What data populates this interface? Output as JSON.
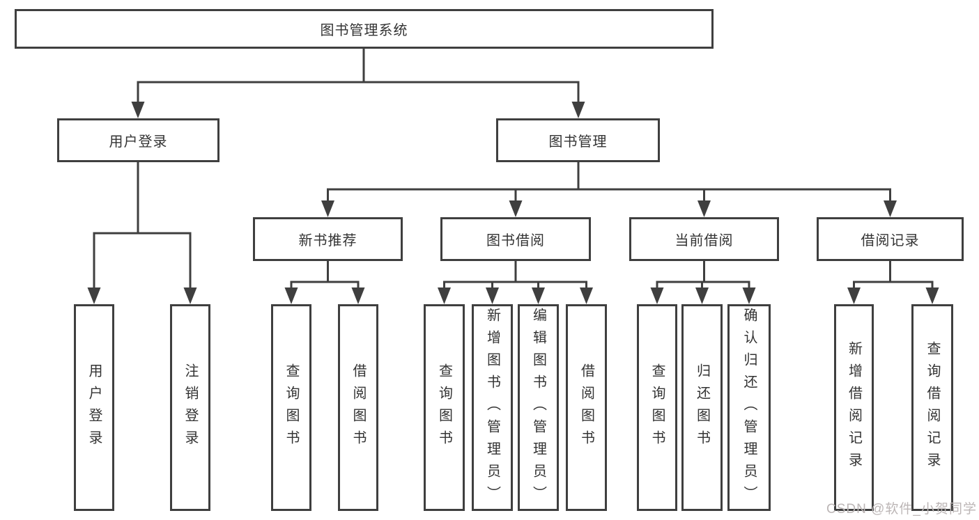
{
  "diagram": {
    "root": {
      "label": "图书管理系统"
    },
    "level2": [
      {
        "label": "用户登录"
      },
      {
        "label": "图书管理"
      }
    ],
    "level3": [
      {
        "label": "新书推荐"
      },
      {
        "label": "图书借阅"
      },
      {
        "label": "当前借阅"
      },
      {
        "label": "借阅记录"
      }
    ],
    "leaves": [
      {
        "label": "用户登录"
      },
      {
        "label": "注销登录"
      },
      {
        "label": "查询图书"
      },
      {
        "label": "借阅图书"
      },
      {
        "label": "查询图书"
      },
      {
        "label": "新增图书（管理员）"
      },
      {
        "label": "编辑图书（管理员）"
      },
      {
        "label": "借阅图书"
      },
      {
        "label": "查询图书"
      },
      {
        "label": "归还图书"
      },
      {
        "label": "确认归还（管理员）"
      },
      {
        "label": "新增借阅记录"
      },
      {
        "label": "查询借阅记录"
      }
    ]
  },
  "watermark": {
    "text": "CSDN @软件_小贺同学"
  },
  "colors": {
    "line": "#3f3f3f",
    "text": "#333333",
    "watermark": "#bcb6b6",
    "background": "#ffffff"
  }
}
